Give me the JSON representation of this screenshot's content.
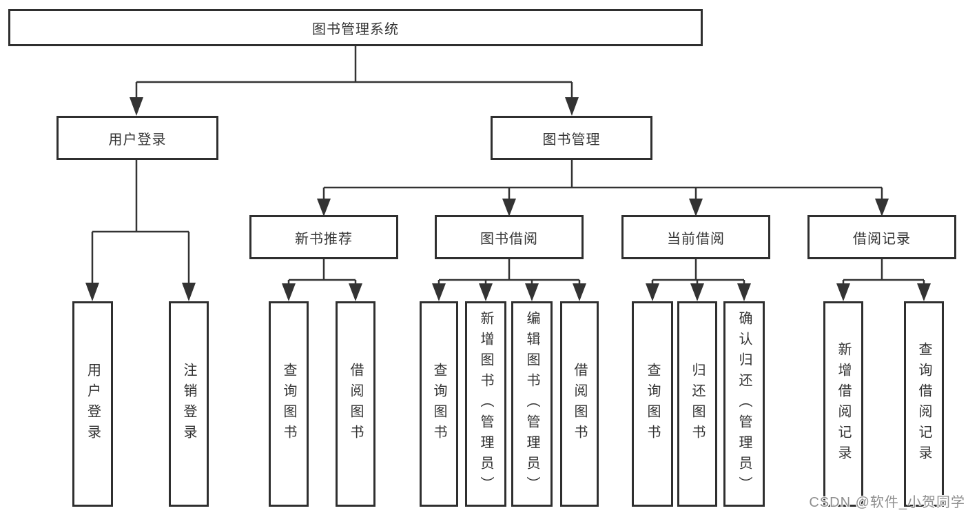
{
  "tree": {
    "label": "图书管理系统",
    "children": [
      {
        "label": "用户登录",
        "children": [
          {
            "label": "用户登录"
          },
          {
            "label": "注销登录"
          }
        ]
      },
      {
        "label": "图书管理",
        "children": [
          {
            "label": "新书推荐",
            "children": [
              {
                "label": "查询图书"
              },
              {
                "label": "借阅图书"
              }
            ]
          },
          {
            "label": "图书借阅",
            "children": [
              {
                "label": "查询图书"
              },
              {
                "label": "新增图书（管理员）"
              },
              {
                "label": "编辑图书（管理员）"
              },
              {
                "label": "借阅图书"
              }
            ]
          },
          {
            "label": "当前借阅",
            "children": [
              {
                "label": "查询图书"
              },
              {
                "label": "归还图书"
              },
              {
                "label": "确认归还（管理员）"
              }
            ]
          },
          {
            "label": "借阅记录",
            "children": [
              {
                "label": "新增借阅记录"
              },
              {
                "label": "查询借阅记录"
              }
            ]
          }
        ]
      }
    ]
  },
  "watermark": {
    "text": "CSDN @软件_小贺同学"
  },
  "colors": {
    "line": "#333333",
    "box_border": "#2f2f2f",
    "box_bg": "#ffffff",
    "text": "#333333",
    "watermark": "#8f8f8f"
  }
}
